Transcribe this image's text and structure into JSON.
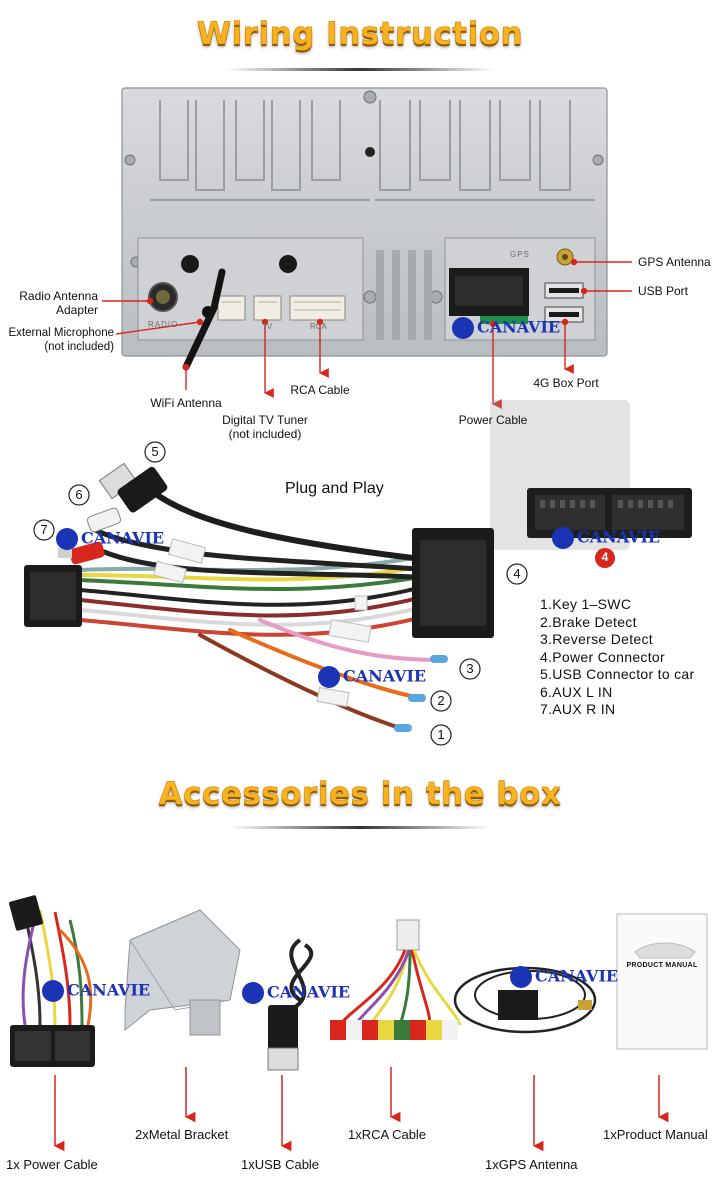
{
  "headings": {
    "wiring": "Wiring Instruction",
    "accessories": "Accessories in the box",
    "plug_and_play": "Plug and Play"
  },
  "brand": "CANAVIE",
  "unit_labels": {
    "radio_antenna_adapter": "Radio Antenna\nAdapter",
    "external_microphone": "External Microphone\n(not included)",
    "wifi_antenna": "WiFi Antenna",
    "digital_tv_tuner": "Digital TV Tuner\n(not included)",
    "rca_cable": "RCA Cable",
    "power_cable": "Power Cable",
    "gps_antenna": "GPS Antenna",
    "usb_port": "USB Port",
    "4g_box_port": "4G Box Port"
  },
  "port_prints": {
    "radio": "RADIO",
    "tv": "TV",
    "rca": "RCA",
    "gps": "GPS"
  },
  "harness_numbers": [
    "1",
    "2",
    "3",
    "4",
    "5",
    "6",
    "7"
  ],
  "legend": [
    "1.Key 1–SWC",
    "2.Brake Detect",
    "3.Reverse Detect",
    "4.Power Connector",
    "5.USB Connector to car",
    "6.AUX L IN",
    "7.AUX R IN"
  ],
  "accessories": {
    "power_cable": "1x Power Cable",
    "metal_bracket": "2xMetal Bracket",
    "usb_cable": "1xUSB Cable",
    "rca_cable": "1xRCA Cable",
    "gps_antenna": "1xGPS Antenna",
    "product_manual": "1xProduct Manual"
  },
  "manual_cover": {
    "title": "PRODUCT MANUAL"
  },
  "colors": {
    "heading_gold": "#f7b21f",
    "callout_red": "#d8261c",
    "brand_blue": "#1b34b5",
    "chassis": "#c9ccd0"
  }
}
